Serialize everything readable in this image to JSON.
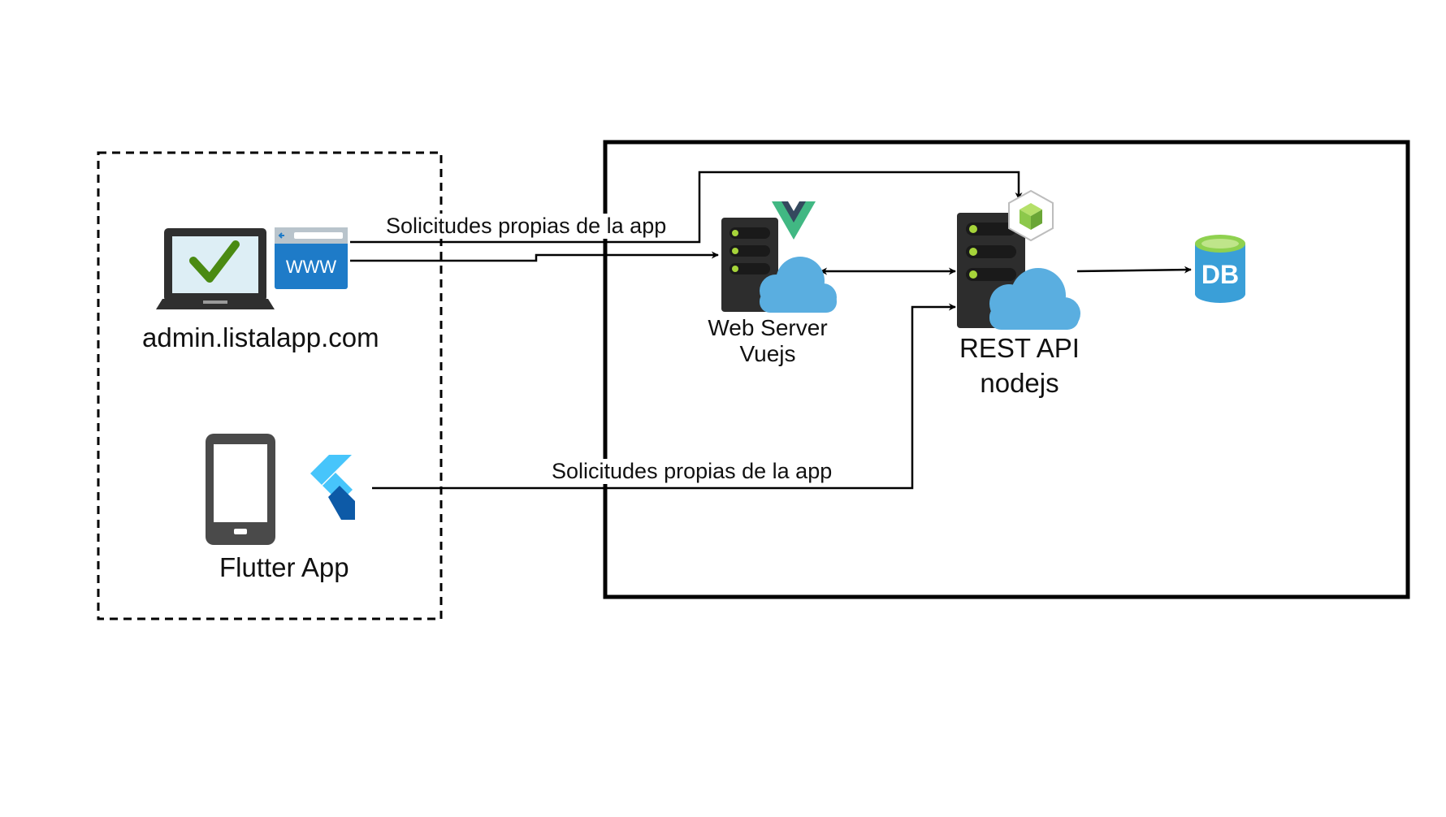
{
  "clients": {
    "admin_label": "admin.listalapp.com",
    "www_text": "WWW",
    "flutter_label": "Flutter App"
  },
  "servers": {
    "web_server_line1": "Web Server",
    "web_server_line2": "Vuejs",
    "rest_api_line1": "REST API",
    "rest_api_line2": "nodejs",
    "db_text": "DB"
  },
  "edges": {
    "web_requests_label": "Solicitudes propias de la app",
    "flutter_requests_label": "Solicitudes propias de la app"
  },
  "colors": {
    "check_green": "#4a8a12",
    "www_blue": "#1e7bc8",
    "vue_green": "#41b883",
    "vue_dark": "#34495e",
    "cloud_blue": "#5aaee0",
    "node_green": "#8cc84b",
    "flutter_light": "#47c5fb",
    "flutter_dark": "#0d5aa7",
    "db_blue": "#3a9fd8"
  }
}
